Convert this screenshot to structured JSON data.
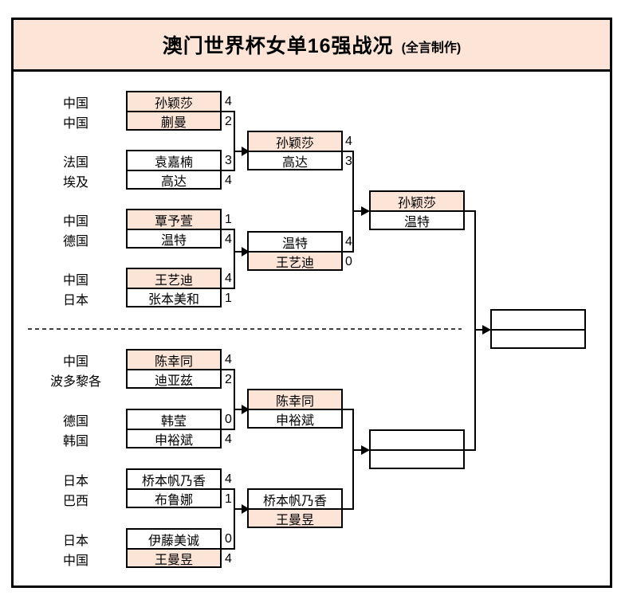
{
  "title": {
    "main": "澳门世界杯女单16强战况",
    "credit": "(全言制作)"
  },
  "colors": {
    "highlight_fill": "#FCE4D6",
    "line": "#000000",
    "background": "#FFFFFF"
  },
  "round16": [
    {
      "country": "中国",
      "name": "孙颖莎",
      "score": "4",
      "highlight": true
    },
    {
      "country": "中国",
      "name": "蒯曼",
      "score": "2",
      "highlight": true
    },
    {
      "country": "法国",
      "name": "袁嘉楠",
      "score": "3",
      "highlight": false
    },
    {
      "country": "埃及",
      "name": "高达",
      "score": "4",
      "highlight": false
    },
    {
      "country": "中国",
      "name": "覃予萱",
      "score": "1",
      "highlight": true
    },
    {
      "country": "德国",
      "name": "温特",
      "score": "4",
      "highlight": false
    },
    {
      "country": "中国",
      "name": "王艺迪",
      "score": "4",
      "highlight": true
    },
    {
      "country": "日本",
      "name": "张本美和",
      "score": "1",
      "highlight": false
    },
    {
      "country": "中国",
      "name": "陈幸同",
      "score": "4",
      "highlight": true
    },
    {
      "country": "波多黎各",
      "name": "迪亚兹",
      "score": "2",
      "highlight": false
    },
    {
      "country": "德国",
      "name": "韩莹",
      "score": "0",
      "highlight": false
    },
    {
      "country": "韩国",
      "name": "申裕斌",
      "score": "4",
      "highlight": false
    },
    {
      "country": "日本",
      "name": "桥本帆乃香",
      "score": "4",
      "highlight": false
    },
    {
      "country": "巴西",
      "name": "布鲁娜",
      "score": "1",
      "highlight": false
    },
    {
      "country": "日本",
      "name": "伊藤美诚",
      "score": "0",
      "highlight": false
    },
    {
      "country": "中国",
      "name": "王曼昱",
      "score": "4",
      "highlight": true
    }
  ],
  "quarterfinals": [
    {
      "name": "孙颖莎",
      "score": "4",
      "highlight": true
    },
    {
      "name": "高达",
      "score": "3",
      "highlight": false
    },
    {
      "name": "温特",
      "score": "4",
      "highlight": false
    },
    {
      "name": "王艺迪",
      "score": "0",
      "highlight": true
    },
    {
      "name": "陈幸同",
      "score": "",
      "highlight": true
    },
    {
      "name": "申裕斌",
      "score": "",
      "highlight": false
    },
    {
      "name": "桥本帆乃香",
      "score": "",
      "highlight": false
    },
    {
      "name": "王曼昱",
      "score": "",
      "highlight": true
    }
  ],
  "semifinals": [
    {
      "name": "孙颖莎",
      "highlight": true
    },
    {
      "name": "温特",
      "highlight": false
    },
    {
      "name": "",
      "highlight": false
    },
    {
      "name": "",
      "highlight": false
    }
  ],
  "final": [
    {
      "name": ""
    },
    {
      "name": ""
    }
  ]
}
